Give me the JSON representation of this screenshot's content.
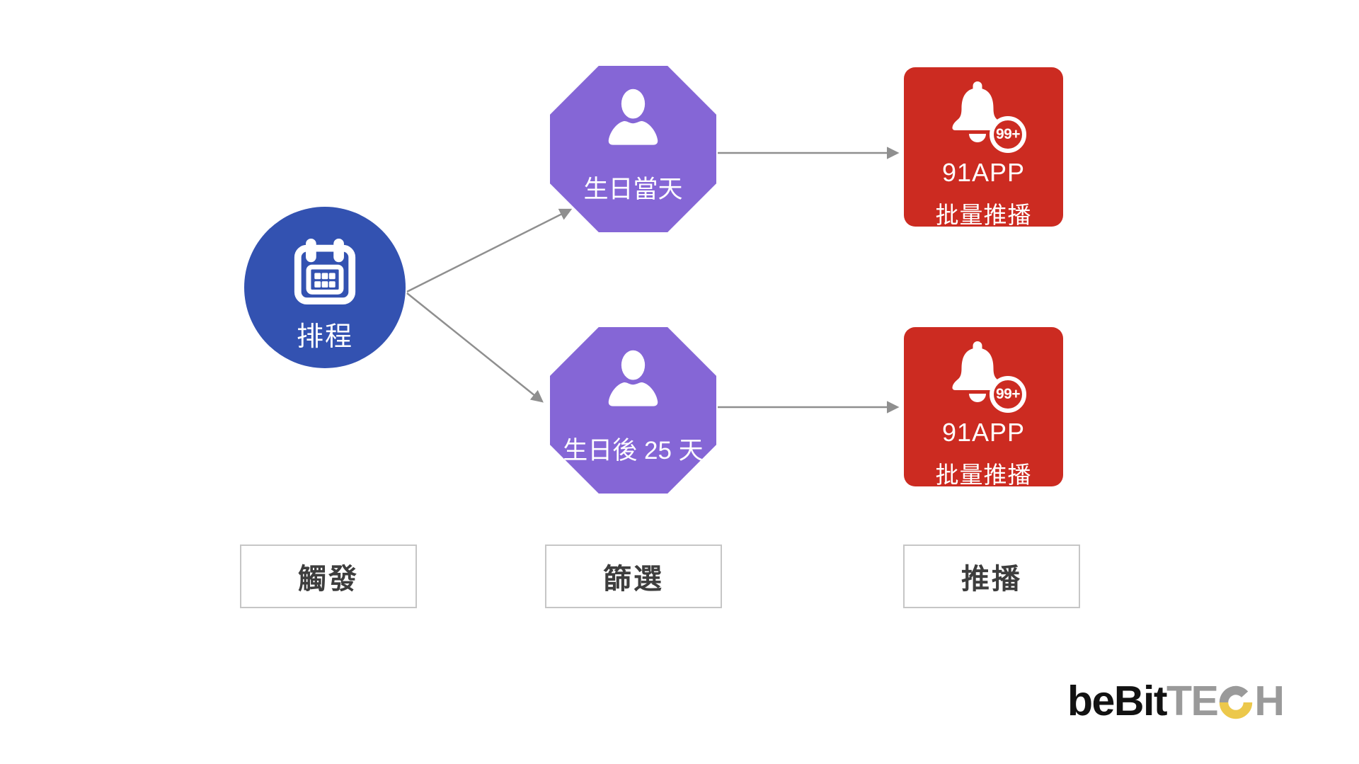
{
  "diagram": {
    "trigger": {
      "label": "排程",
      "icon": "calendar-icon"
    },
    "filters": [
      {
        "label": "生日當天",
        "icon": "person-icon"
      },
      {
        "label": "生日後 25 天",
        "icon": "person-icon"
      }
    ],
    "pushes": [
      {
        "title": "91APP",
        "subtitle": "批量推播",
        "badge": "99+",
        "icon": "bell-icon"
      },
      {
        "title": "91APP",
        "subtitle": "批量推播",
        "badge": "99+",
        "icon": "bell-icon"
      }
    ],
    "stages": [
      {
        "label": "觸發"
      },
      {
        "label": "篩選"
      },
      {
        "label": "推播"
      }
    ]
  },
  "logo": {
    "primary": "beBit",
    "secondary": "TECH",
    "secondary_before_c": "TE",
    "secondary_after_c": "H"
  },
  "colors": {
    "trigger_blue": "#3352B1",
    "filter_purple": "#8566D6",
    "push_red": "#CC2B21",
    "arrow_gray": "#8F8F8F",
    "stage_text": "#3D3D3D",
    "stage_border": "#C6C6C6",
    "logo_black": "#121212",
    "logo_gray": "#9A9A9A",
    "logo_yellow": "#ECC84B"
  }
}
